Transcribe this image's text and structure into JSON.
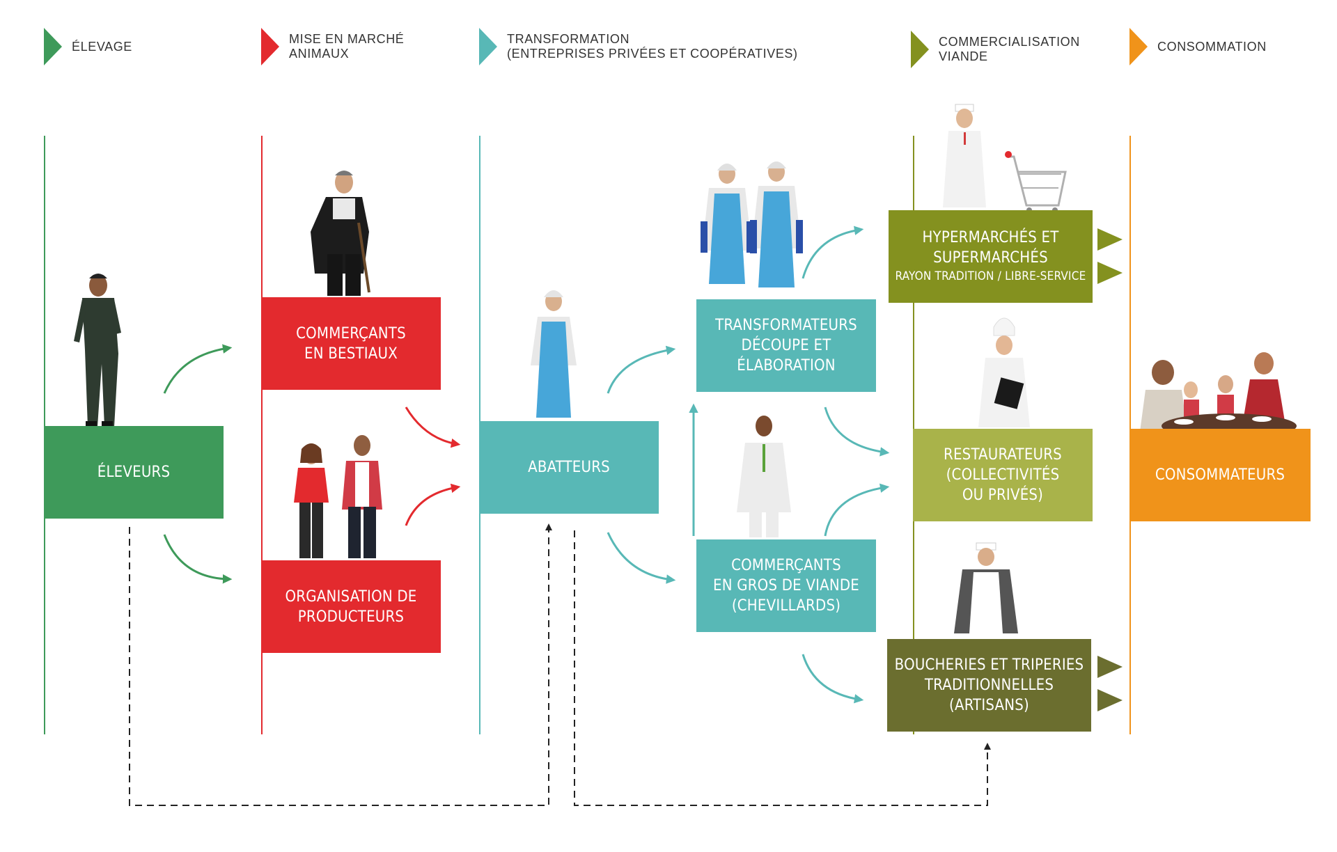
{
  "stages": [
    {
      "line1": "Élevage",
      "line2": "",
      "color": "#3e9a5a"
    },
    {
      "line1": "Mise en marché",
      "line2": "animaux",
      "color": "#e32a2e"
    },
    {
      "line1": "Transformation",
      "line2": "(entreprises privées et coopératives)",
      "color": "#58b8b6"
    },
    {
      "line1": "Commercialisation",
      "line2": "viande",
      "color": "#84911f"
    },
    {
      "line1": "Consommation",
      "line2": "",
      "color": "#f0931a"
    }
  ],
  "boxes": {
    "eleveurs": [
      "ÉLEVEURS"
    ],
    "commercants_bestiaux": [
      "COMMERÇANTS",
      "EN BESTIAUX"
    ],
    "organisation": [
      "ORGANISATION DE",
      "PRODUCTEURS"
    ],
    "abatteurs": [
      "ABATTEURS"
    ],
    "transformateurs": [
      "TRANSFORMATEURS",
      "DÉCOUPE  ET",
      "ÉLABORATION"
    ],
    "chevillards": [
      "COMMERÇANTS",
      "EN GROS DE VIANDE",
      "(CHEVILLARDS)"
    ],
    "hypermarches": [
      "HYPERMARCHÉS ET",
      "SUPERMARCHÉS",
      "RAYON TRADITION / LIBRE-SERVICE"
    ],
    "restaurateurs": [
      "RESTAURATEURS",
      "(COLLECTIVITÉS",
      "OU PRIVÉS)"
    ],
    "boucheries": [
      "BOUCHERIES ET TRIPERIES",
      "TRADITIONNELLES",
      "(ARTISANS)"
    ],
    "consommateurs": [
      "CONSOMMATEURS"
    ]
  }
}
